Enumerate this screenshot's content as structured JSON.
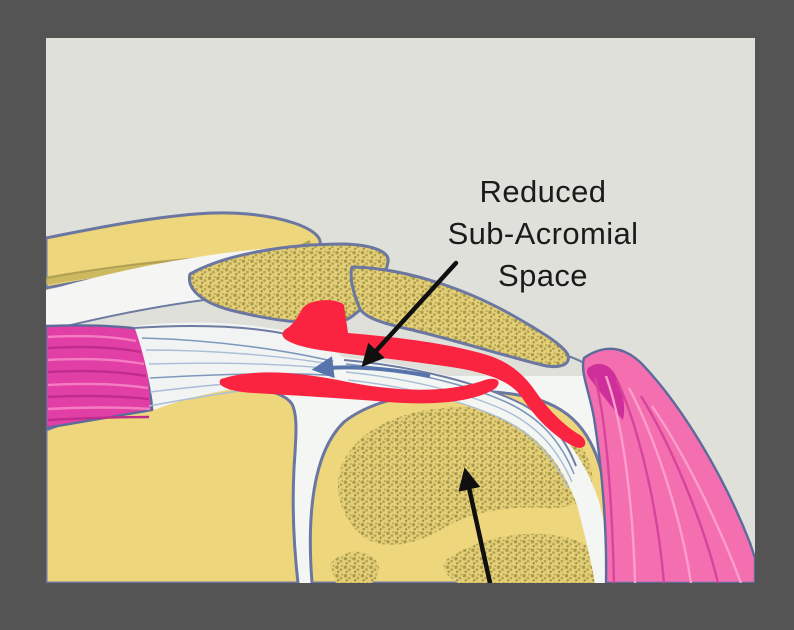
{
  "frame": {
    "background": "#545454",
    "panel_background": "#dfe0d9"
  },
  "annotation": {
    "label": "Reduced\nSub-Acromial\nSpace",
    "text_color": "#1b1b1b",
    "arrow_color": "#101010"
  },
  "illustration": {
    "type": "medical-anatomy-diagram",
    "subject": "Shoulder joint cross-section showing reduced sub-acromial space with inflamed bursa",
    "structures": [
      "scapular-spine",
      "acromion",
      "clavicle-arc",
      "humeral-head",
      "scapula-body",
      "supraspinatus-muscle",
      "supraspinatus-tendon",
      "deltoid-muscle",
      "inflamed-bursa",
      "joint-capsule"
    ],
    "colors": {
      "bone": "#edd67c",
      "bone_outline": "#6b77a0",
      "cancellous_dot": "#a99b4e",
      "muscle_magenta": "#e23fa6",
      "deltoid_pink": "#f36fb0",
      "deltoid_attachment": "#cf2f9a",
      "inflammation_red": "#fa2440",
      "tendon_white": "#f4f6f4",
      "tendon_striation": "#a9bdd6",
      "flow_arrow": "#5874ac"
    }
  }
}
